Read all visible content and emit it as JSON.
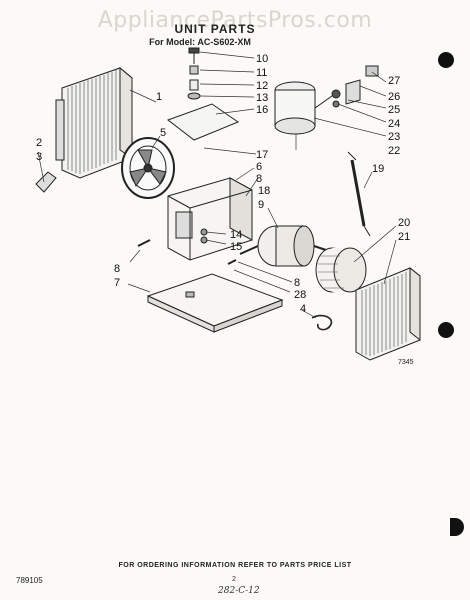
{
  "watermark": "AppliancePartsPros.com",
  "title": "UNIT PARTS",
  "model_label": "For Model: AC-S602-XM",
  "figure_number": "7345",
  "callouts": [
    "10",
    "11",
    "12",
    "13",
    "16",
    "1",
    "5",
    "2",
    "3",
    "27",
    "26",
    "25",
    "24",
    "23",
    "22",
    "17",
    "6",
    "8",
    "18",
    "9",
    "19",
    "14",
    "15",
    "8",
    "7",
    "20",
    "21",
    "8",
    "28",
    "4"
  ],
  "footer": {
    "ordering_note": "FOR ORDERING INFORMATION REFER TO PARTS PRICE LIST",
    "doc_code": "789105",
    "page": "2",
    "handwritten_note": "282-C-12"
  }
}
